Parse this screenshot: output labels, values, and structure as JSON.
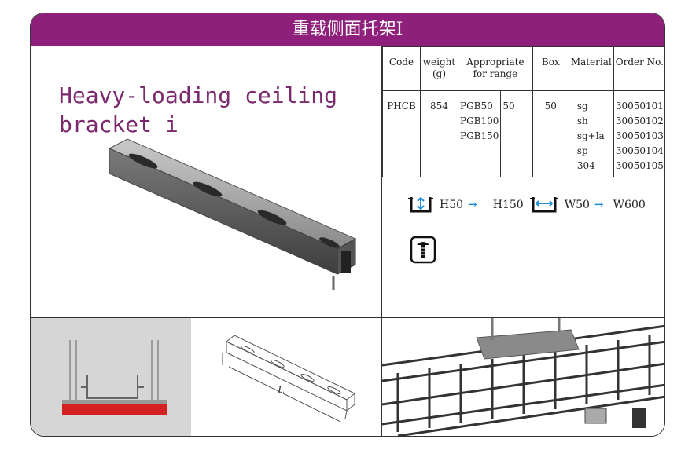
{
  "header": {
    "title": "重载侧面托架I"
  },
  "product": {
    "heading": "Heavy-loading ceiling bracket i"
  },
  "spec_table": {
    "columns": [
      "Code",
      "weight (g)",
      "Appropriate for range",
      "",
      "Box",
      "Material",
      "Order No."
    ],
    "code": "PHCB",
    "weight": "854",
    "ranges": [
      "PGB50",
      "PGB100",
      "PGB150"
    ],
    "range_value": "50",
    "box": "50",
    "materials": [
      "sg",
      "sh",
      "sg+la",
      "sp",
      "304"
    ],
    "order_numbers": [
      "30050101",
      "30050102",
      "30050103",
      "30050104",
      "30050105"
    ]
  },
  "dimensions": {
    "h_from": "H50",
    "h_to": "H150",
    "w_from": "W50",
    "w_to": "W600"
  },
  "drawing": {
    "length_label": "L"
  },
  "colors": {
    "title_bar": "#8e1f7a",
    "heading": "#7a2a6d",
    "arrow": "#1c8fd6",
    "base_red": "#d42020"
  }
}
